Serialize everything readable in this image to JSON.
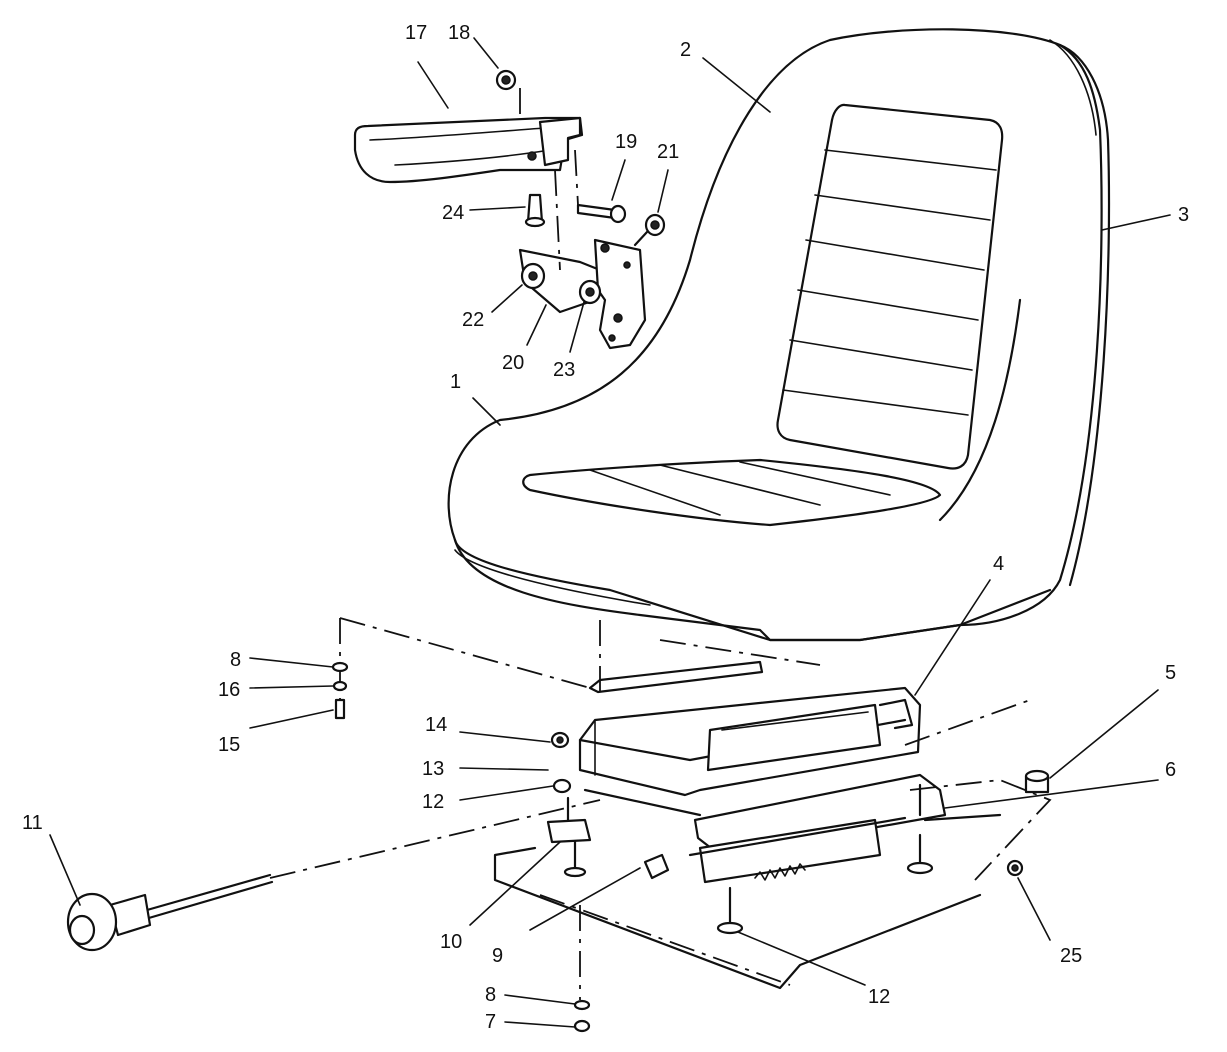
{
  "callouts": [
    {
      "id": "c1",
      "label": "1"
    },
    {
      "id": "c2",
      "label": "2"
    },
    {
      "id": "c3",
      "label": "3"
    },
    {
      "id": "c4",
      "label": "4"
    },
    {
      "id": "c5",
      "label": "5"
    },
    {
      "id": "c6",
      "label": "6"
    },
    {
      "id": "c7",
      "label": "7"
    },
    {
      "id": "c8a",
      "label": "8"
    },
    {
      "id": "c8b",
      "label": "8"
    },
    {
      "id": "c9",
      "label": "9"
    },
    {
      "id": "c10",
      "label": "10"
    },
    {
      "id": "c11",
      "label": "11"
    },
    {
      "id": "c12a",
      "label": "12"
    },
    {
      "id": "c12b",
      "label": "12"
    },
    {
      "id": "c13",
      "label": "13"
    },
    {
      "id": "c14",
      "label": "14"
    },
    {
      "id": "c15",
      "label": "15"
    },
    {
      "id": "c16",
      "label": "16"
    },
    {
      "id": "c17",
      "label": "17"
    },
    {
      "id": "c18",
      "label": "18"
    },
    {
      "id": "c19",
      "label": "19"
    },
    {
      "id": "c20",
      "label": "20"
    },
    {
      "id": "c21",
      "label": "21"
    },
    {
      "id": "c22",
      "label": "22"
    },
    {
      "id": "c23",
      "label": "23"
    },
    {
      "id": "c24",
      "label": "24"
    },
    {
      "id": "c25",
      "label": "25"
    }
  ],
  "colors": {
    "line": "#111111",
    "background": "#ffffff"
  }
}
